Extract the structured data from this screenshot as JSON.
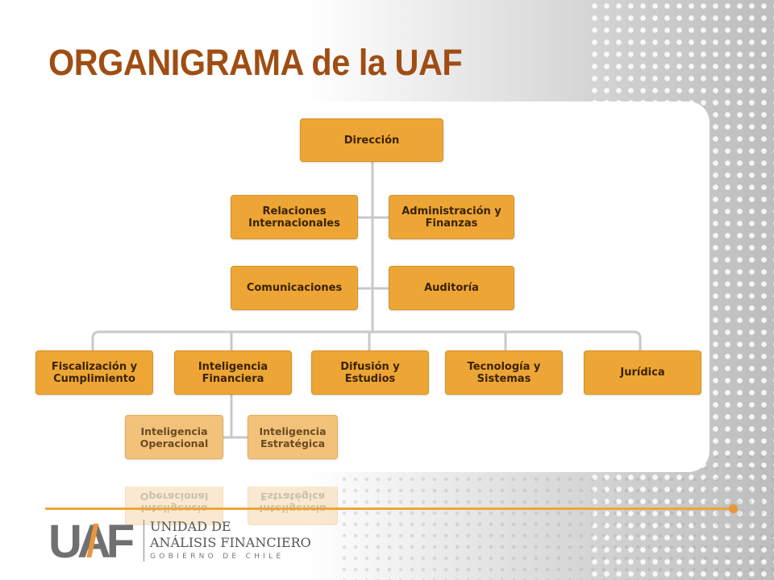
{
  "slide": {
    "title": "ORGANIGRAMA de la UAF"
  },
  "org": {
    "direccion": "Dirección",
    "relaciones": "Relaciones\nInternacionales",
    "administracion": "Administración y\nFinanzas",
    "comunicaciones": "Comunicaciones",
    "auditoria": "Auditoría",
    "fiscalizacion": "Fiscalización y\nCumplimiento",
    "inteligencia_financiera": "Inteligencia\nFinanciera",
    "difusion": "Difusión y\nEstudios",
    "tecnologia": "Tecnología y\nSistemas",
    "juridica": "Jurídica",
    "inteligencia_operacional": "Inteligencia\nOperacional",
    "inteligencia_estrategica": "Inteligencia\nEstratégica"
  },
  "logo": {
    "mark": "UAF",
    "line1": "UNIDAD DE",
    "line2": "ANÁLISIS FINANCIERO",
    "line3": "GOBIERNO DE CHILE"
  },
  "colors": {
    "title": "#a04d13",
    "box_fill": "#eda635",
    "box_sub_fill": "#f3c27a",
    "connector": "#c8c8c8",
    "divider": "#eda635",
    "logo_gray": "#707070",
    "logo_orange": "#e8963a"
  }
}
